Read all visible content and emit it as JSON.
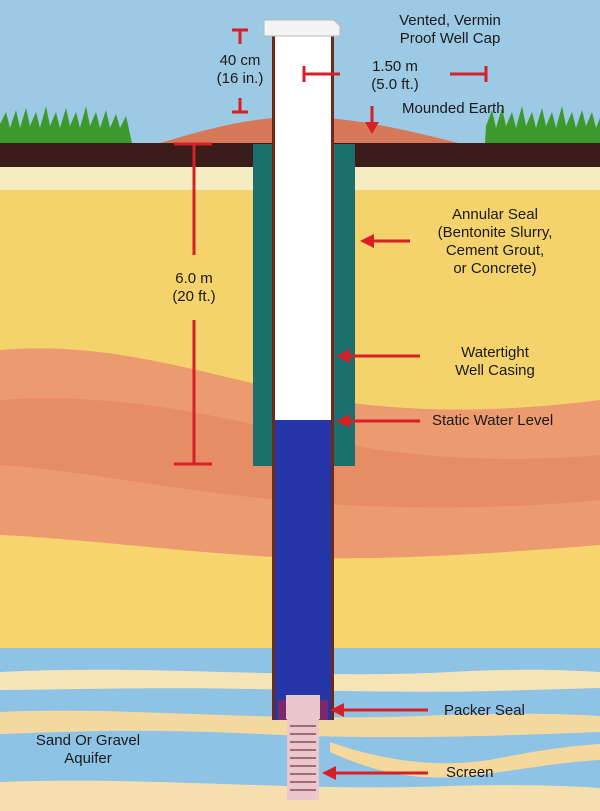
{
  "labels": {
    "well_cap": [
      "Vented, Vermin",
      "Proof Well Cap"
    ],
    "cap_height": [
      "40 cm",
      "(16 in.)"
    ],
    "cap_width": [
      "1.50 m",
      "(5.0 ft.)"
    ],
    "mounded_earth": "Mounded Earth",
    "annular_seal": [
      "Annular Seal",
      "(Bentonite Slurry,",
      "Cement Grout,",
      "or Concrete)"
    ],
    "seal_depth": [
      "6.0 m",
      "(20 ft.)"
    ],
    "well_casing": [
      "Watertight",
      "Well Casing"
    ],
    "static_water_level": "Static Water Level",
    "packer_seal": "Packer Seal",
    "aquifer": [
      "Sand Or Gravel",
      "Aquifer"
    ],
    "screen": "Screen"
  },
  "colors": {
    "sky": "#9cc9e3",
    "grass": "#3c9a2c",
    "topsoil": "#3a1c1a",
    "mound": "#d77858",
    "sand_light": "#f6ecc4",
    "sand_yellow": "#f5d36c",
    "clay_orange": "#ec9a6f",
    "aquifer_blue": "#8ec3e6",
    "annular_seal": "#1b6f6c",
    "casing": "#ffffff",
    "casing_edge": "#6b2a1a",
    "water": "#2436a8",
    "screen": "#e9c7cd",
    "arrow_red": "#d61f26"
  }
}
